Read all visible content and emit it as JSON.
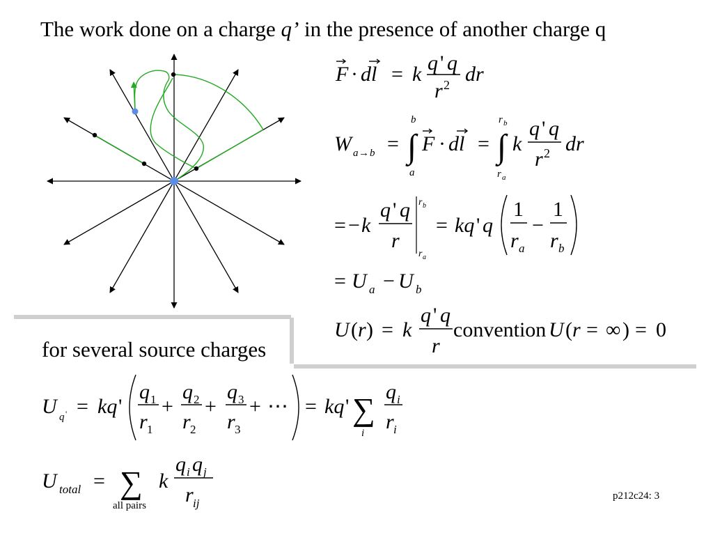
{
  "slide": {
    "title_prefix": "The work done on a charge ",
    "title_q": "q’",
    "title_suffix": " in the presence of another charge q",
    "subheading": "for several source charges",
    "footer": "p212c24: 3",
    "convention_word": "convention",
    "sum_label_pairs": "all pairs",
    "sum_label_i": "i",
    "total_subscript": "total"
  },
  "colors": {
    "path": "#22aa22",
    "point": "#5b8fe6",
    "separator": "#cfcfcf"
  }
}
